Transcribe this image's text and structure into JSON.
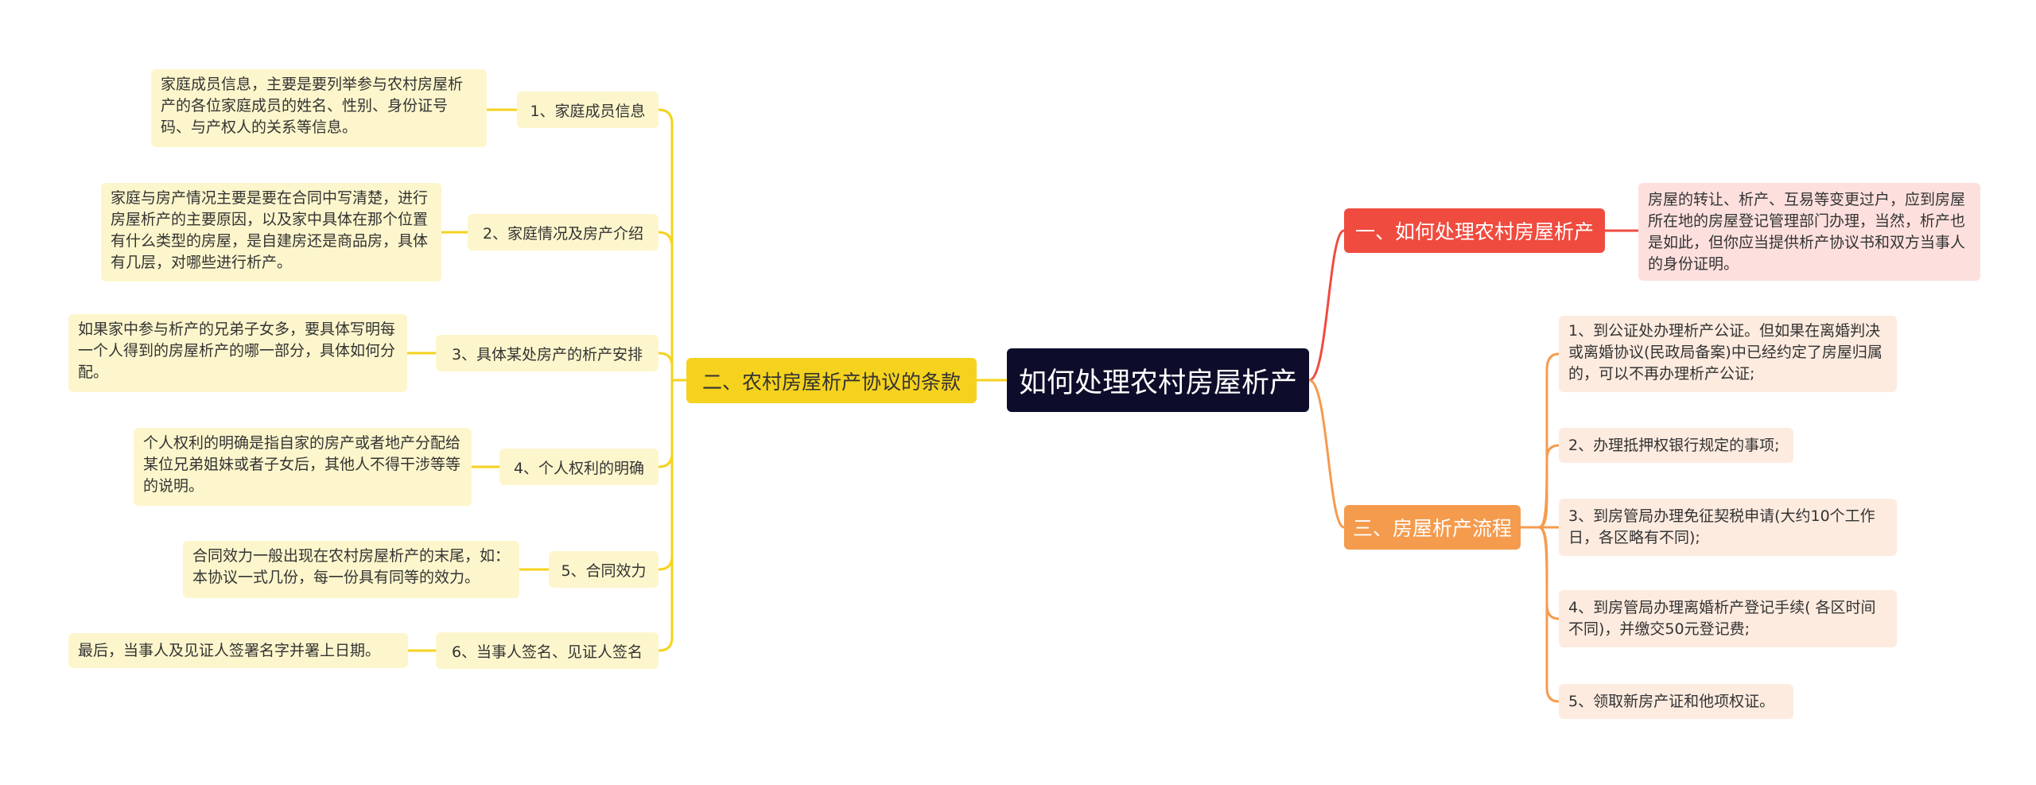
{
  "root": "如何处理农村房屋析产",
  "branch1": {
    "title": "一、如何处理农村房屋析产",
    "detail": "房屋的转让、析产、互易等变更过户，应到房屋所在地的房屋登记管理部门办理，当然，析产也是如此，但你应当提供析产协议书和双方当事人的身份证明。"
  },
  "branch2": {
    "title": "二、农村房屋析产协议的条款",
    "items": [
      {
        "label": "1、家庭成员信息",
        "detail": "家庭成员信息，主要是要列举参与农村房屋析产的各位家庭成员的姓名、性别、身份证号码、与产权人的关系等信息。"
      },
      {
        "label": "2、家庭情况及房产介绍",
        "detail": "家庭与房产情况主要是要在合同中写清楚，进行房屋析产的主要原因，以及家中具体在那个位置有什么类型的房屋，是自建房还是商品房，具体有几层，对哪些进行析产。"
      },
      {
        "label": "3、具体某处房产的析产安排",
        "detail": "如果家中参与析产的兄弟子女多，要具体写明每一个人得到的房屋析产的哪一部分，具体如何分配。"
      },
      {
        "label": "4、个人权利的明确",
        "detail": "个人权利的明确是指自家的房产或者地产分配给某位兄弟姐妹或者子女后，其他人不得干涉等等的说明。"
      },
      {
        "label": "5、合同效力",
        "detail": "合同效力一般出现在农村房屋析产的末尾，如：本协议一式几份，每一份具有同等的效力。"
      },
      {
        "label": "6、当事人签名、见证人签名",
        "detail": "最后，当事人及见证人签署名字并署上日期。"
      }
    ]
  },
  "branch3": {
    "title": "三、房屋析产流程",
    "items": [
      "1、到公证处办理析产公证。但如果在离婚判决或离婚协议(民政局备案)中已经约定了房屋归属的，可以不再办理析产公证;",
      "2、办理抵押权银行规定的事项;",
      "3、到房管局办理免征契税申请(大约10个工作日，各区略有不同);",
      "4、到房管局办理离婚析产登记手续( 各区时间不同)，并缴交50元登记费;",
      "5、领取新房产证和他项权证。"
    ]
  },
  "colors": {
    "root_bg": "#0d0d2b",
    "branch1": "#f04b3f",
    "branch2": "#f5d21e",
    "branch3": "#f59b4d",
    "yellow_leaf": "#fdf6cc",
    "red_leaf": "#fde0de",
    "orange_leaf": "#fdebdf"
  }
}
